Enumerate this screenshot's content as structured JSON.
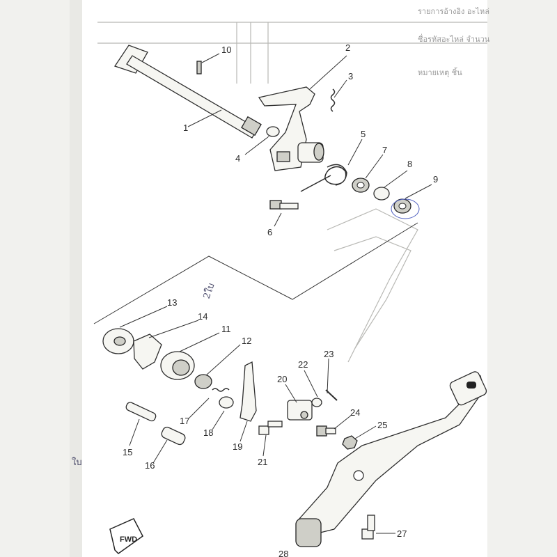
{
  "header": {
    "line1": "รายการอ้างอิง อะไหล่",
    "line2": "ชื่อรหัสอะไหล่ จำนวน",
    "line3": "หมายเหตุ ชิ้น"
  },
  "callouts": [
    "1",
    "2",
    "3",
    "4",
    "5",
    "6",
    "7",
    "8",
    "9",
    "10",
    "11",
    "12",
    "13",
    "14",
    "15",
    "16",
    "17",
    "18",
    "19",
    "20",
    "21",
    "22",
    "23",
    "24",
    "25",
    "27",
    "28"
  ],
  "handwritten": {
    "note_a": "2ใบ",
    "note_b": "ใบ"
  },
  "fwd_label": "FWD",
  "colors": {
    "paper": "#ffffff",
    "background": "#f1f1ee",
    "ink": "#2d2d2d",
    "handwriting": "#4a4a6a",
    "pen_blue": "#5060c0"
  }
}
